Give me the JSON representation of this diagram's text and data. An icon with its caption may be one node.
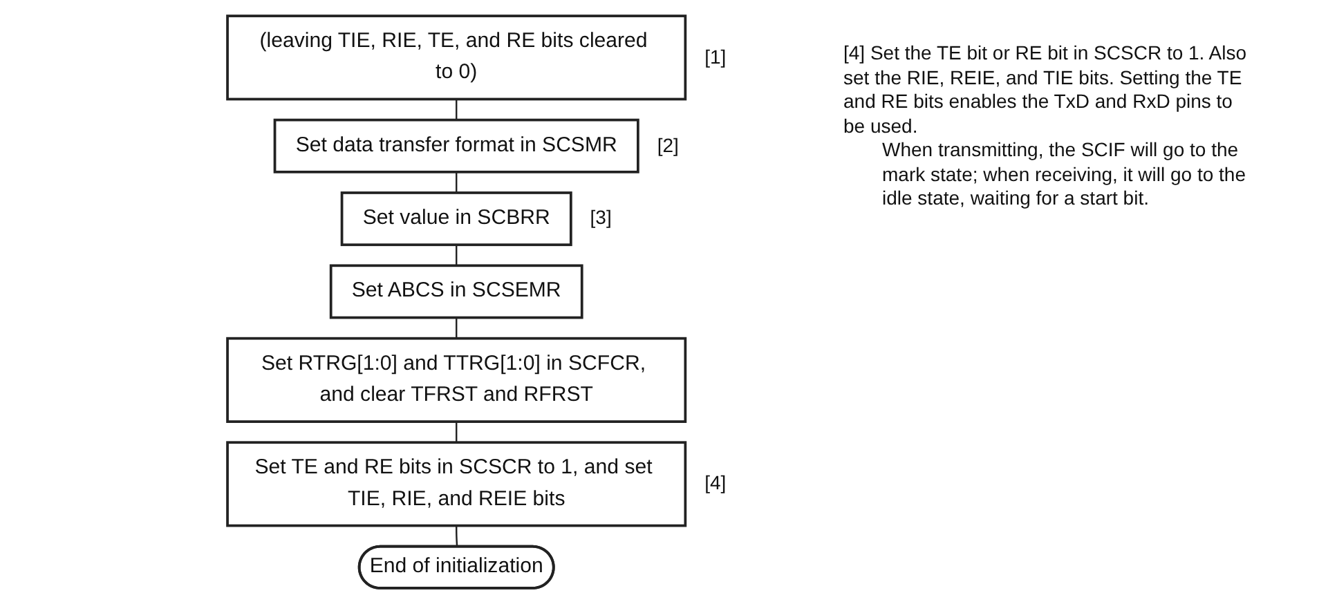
{
  "diagram": {
    "nodes": [
      {
        "text": [
          "(leaving TIE, RIE, TE, and RE bits cleared to 0)"
        ],
        "beside": [
          "[1]"
        ]
      },
      {
        "text": [
          "Set data transfer format in SCSMR"
        ],
        "beside": [
          "[2]"
        ]
      },
      {
        "text": [
          "Set value in SCBRR"
        ],
        "beside": [
          "[3]"
        ]
      },
      {
        "text": [
          "Set ABCS in SCSEMR"
        ]
      },
      {
        "text": [
          "Set RTRG[1:0] and TTRG[1:0] in SCFCR, and clear TFRST and RFRST"
        ]
      },
      {
        "text": [
          "Set TE and RE bits in SCSCR to 1, and set TIE, RIE, and REIE bits"
        ],
        "beside": [
          "[4]"
        ]
      },
      {
        "text": [
          "End of initialization"
        ]
      }
    ],
    "edges": [
      {
        "from": 0,
        "to": 1,
        "arrow": "none"
      },
      {
        "from": 1,
        "to": 2,
        "arrow": "none"
      },
      {
        "from": 2,
        "to": 3,
        "arrow": "none"
      },
      {
        "from": 3,
        "to": 4,
        "arrow": "none"
      },
      {
        "from": 4,
        "to": 5,
        "arrow": "none"
      },
      {
        "from": 5,
        "to": 6,
        "arrow": "none"
      }
    ],
    "labels": [
      "[4] Set the TE bit or RE bit in SCSCR to 1. Also set the RIE, REIE, and TIE bits. Setting the TE and RE bits enables the TxD and RxD pins to be used.",
      "When transmitting, the SCIF will go to the mark state; when receiving, it will go to the idle state, waiting for a start bit."
    ]
  }
}
